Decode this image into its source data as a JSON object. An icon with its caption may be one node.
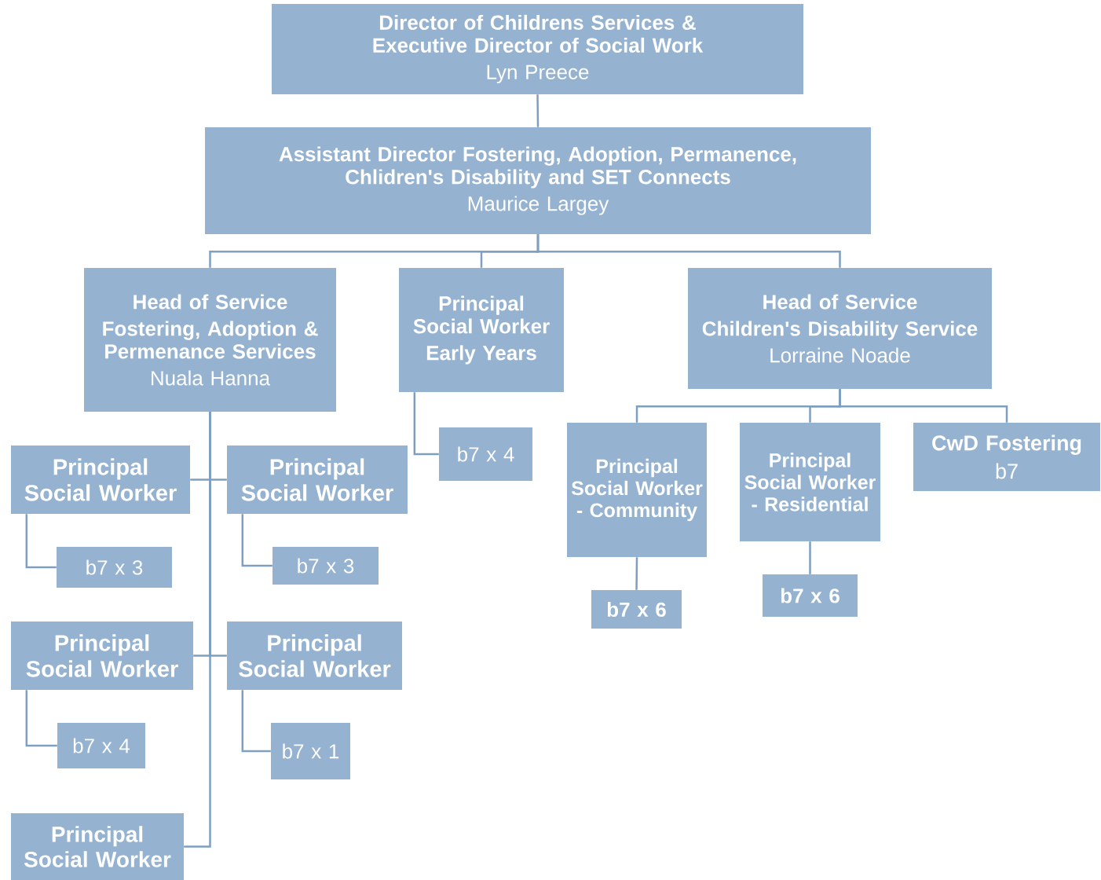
{
  "diagram": {
    "nodes": [
      {
        "text": [
          "Director of Childrens Services & Executive Director of Social Work",
          "Lyn Preece"
        ]
      },
      {
        "text": [
          "Assistant Director Fostering, Adoption, Permanence, Chlidren's Disability and SET Connects",
          "Maurice Largey"
        ]
      },
      {
        "text": [
          "Head of Service",
          "Fostering, Adoption & Permenance Services",
          "Nuala Hanna"
        ]
      },
      {
        "text": [
          "Principal Social Worker",
          "Early Years"
        ]
      },
      {
        "text": [
          "Head of Service",
          "Children's Disability Service",
          "Lorraine Noade"
        ]
      },
      {
        "text": [
          "Principal Social Worker"
        ]
      },
      {
        "text": [
          "b7 x 3"
        ]
      },
      {
        "text": [
          "Principal Social Worker"
        ]
      },
      {
        "text": [
          "b7 x 3"
        ]
      },
      {
        "text": [
          "b7 x 4"
        ]
      },
      {
        "text": [
          "Principal Social Worker - Community"
        ]
      },
      {
        "text": [
          "Principal Social Worker - Residential"
        ]
      },
      {
        "text": [
          "CwD Fostering",
          "b7"
        ]
      },
      {
        "text": [
          "b7 x 6"
        ]
      },
      {
        "text": [
          "b7 x 6"
        ]
      },
      {
        "text": [
          "Principal Social Worker"
        ]
      },
      {
        "text": [
          "b7 x 4"
        ]
      },
      {
        "text": [
          "Principal Social Worker"
        ]
      },
      {
        "text": [
          "b7 x 1"
        ]
      },
      {
        "text": [
          "Principal Social Worker"
        ]
      }
    ],
    "edges": [
      {
        "from": 0,
        "to": 1,
        "arrow": "none"
      },
      {
        "from": 1,
        "to": 2,
        "arrow": "none"
      },
      {
        "from": 1,
        "to": 3,
        "arrow": "none"
      },
      {
        "from": 1,
        "to": 4,
        "arrow": "none"
      },
      {
        "from": 2,
        "to": 5,
        "arrow": "none"
      },
      {
        "from": 2,
        "to": 7,
        "arrow": "none"
      },
      {
        "from": 2,
        "to": 15,
        "arrow": "none"
      },
      {
        "from": 2,
        "to": 17,
        "arrow": "none"
      },
      {
        "from": 2,
        "to": 19,
        "arrow": "none"
      },
      {
        "from": 5,
        "to": 6,
        "arrow": "none"
      },
      {
        "from": 7,
        "to": 8,
        "arrow": "none"
      },
      {
        "from": 3,
        "to": 9,
        "arrow": "none"
      },
      {
        "from": 4,
        "to": 10,
        "arrow": "none"
      },
      {
        "from": 4,
        "to": 11,
        "arrow": "none"
      },
      {
        "from": 4,
        "to": 12,
        "arrow": "none"
      },
      {
        "from": 10,
        "to": 13,
        "arrow": "none"
      },
      {
        "from": 11,
        "to": 14,
        "arrow": "none"
      },
      {
        "from": 15,
        "to": 16,
        "arrow": "none"
      },
      {
        "from": 17,
        "to": 18,
        "arrow": "none"
      }
    ]
  }
}
